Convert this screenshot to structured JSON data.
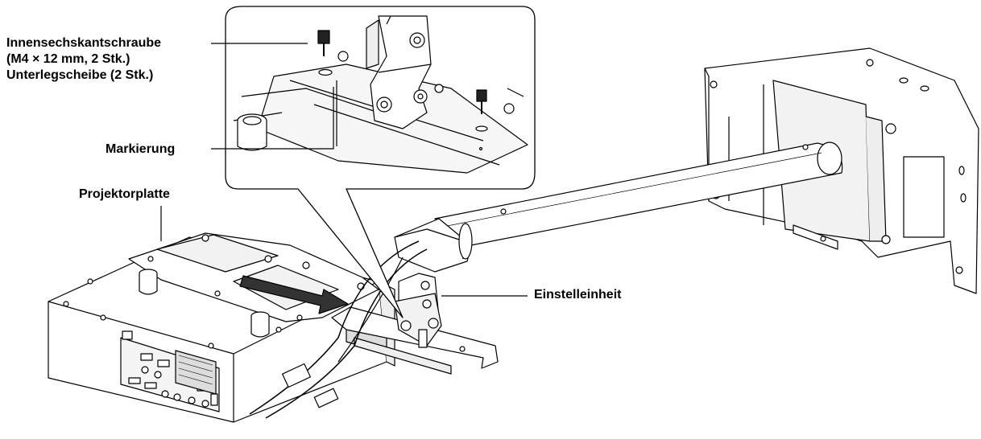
{
  "diagram": {
    "labels": {
      "screw_line1": "Innensechskantschraube",
      "screw_line2": "(M4 × 12 mm, 2 Stk.)",
      "screw_line3": "Unterlegscheibe (2 Stk.)",
      "marking": "Markierung",
      "projector_plate": "Projektorplatte",
      "adjustment_unit": "Einstelleinheit"
    },
    "colors": {
      "line": "#000000",
      "fill": "#ffffff",
      "shade": "#e6e6e6",
      "arrow": "#333333"
    }
  }
}
